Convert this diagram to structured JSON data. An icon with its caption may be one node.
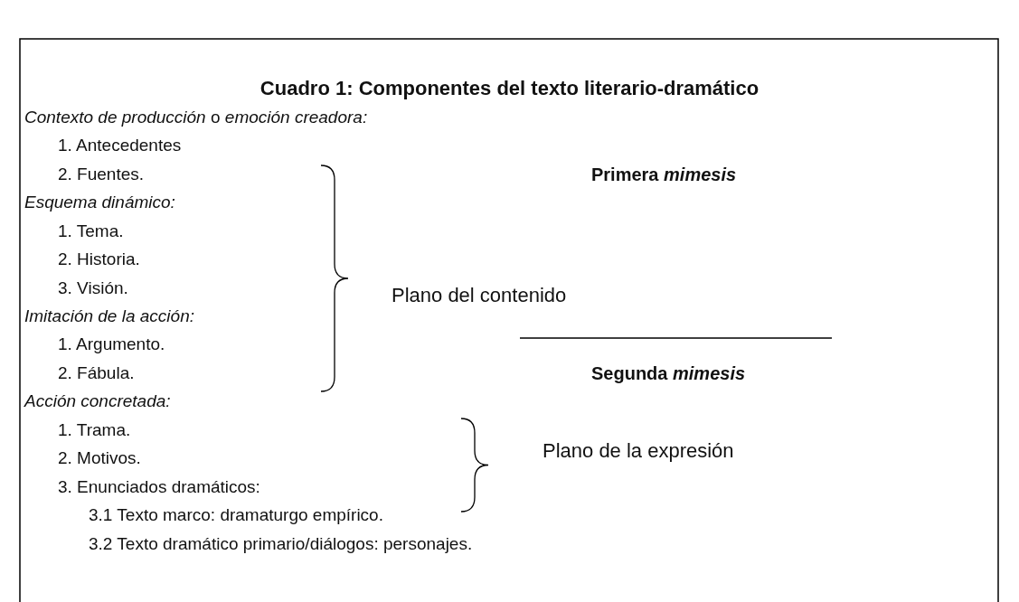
{
  "diagram": {
    "title": "Cuadro 1: Componentes del texto literario-dramático",
    "labels": [
      "*Contexto de producción* o *emoción creadora:*",
      "1. Antecedentes",
      "2. Fuentes.",
      "Primera *mimesis*",
      "Esquema dinámico:",
      "1. Tema.",
      "2. Historia.",
      "3. Visión.",
      "Plano del contenido",
      "Imitación de la acción:",
      "1. Argumento.",
      "2. Fábula.",
      "Segunda *mimesis*",
      "Acción concretada:",
      "1. Trama.",
      "2. Motivos.",
      "Plano de la expresión",
      "3. Enunciados dramáticos:",
      "3.1 Texto marco: dramaturgo empírico.",
      "3.2 Texto dramático primario/diálogos: personajes."
    ]
  }
}
